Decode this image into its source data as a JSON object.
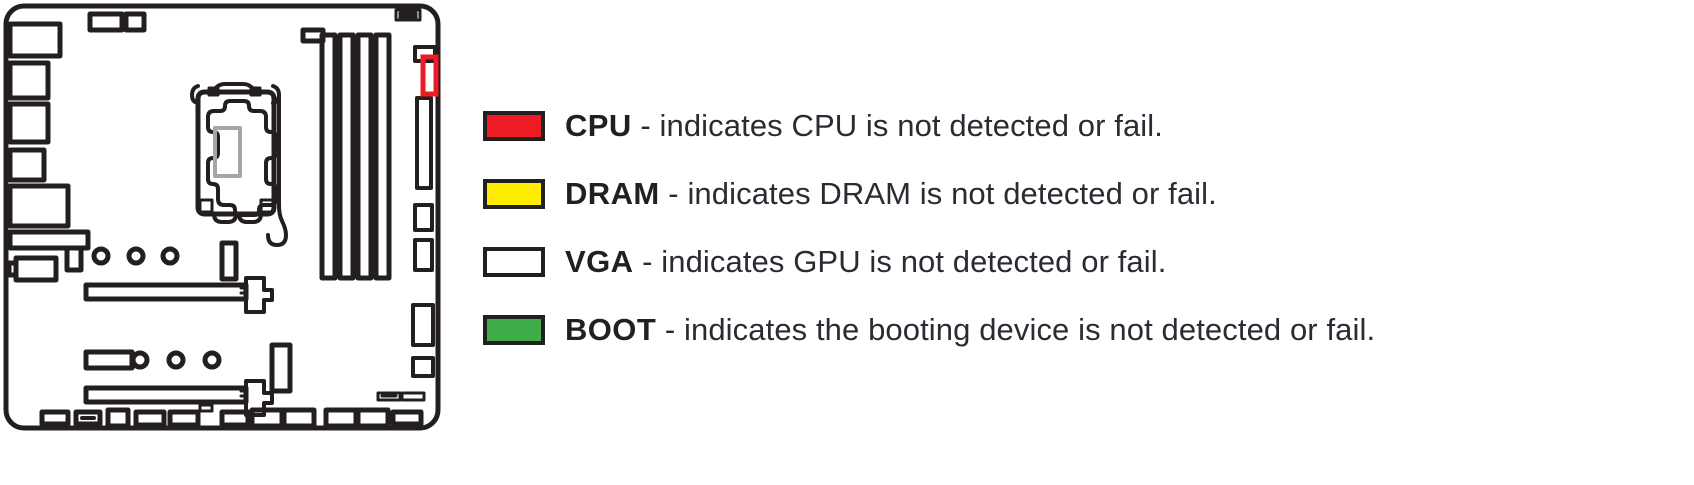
{
  "diagram": {
    "name": "motherboard-layout",
    "highlight": {
      "name": "ez-debug-led-highlight",
      "color": "#ED1C24",
      "note": "EZ Debug LED location highlighted in red on the right edge of the board"
    },
    "outline_color": "#231f20",
    "socket_color": "#a6a6a6"
  },
  "legend": {
    "items": [
      {
        "id": "cpu",
        "swatch_color": "#ED1C24",
        "label": "CPU",
        "description": " - indicates CPU is not detected or fail."
      },
      {
        "id": "dram",
        "swatch_color": "#FFEE00",
        "label": "DRAM",
        "description": " - indicates DRAM is not detected or fail."
      },
      {
        "id": "vga",
        "swatch_color": "#FFFFFF",
        "label": "VGA",
        "description": " - indicates GPU is not detected or fail."
      },
      {
        "id": "boot",
        "swatch_color": "#3FAE49",
        "label": "BOOT",
        "description": " - indicates the booting device is not detected or fail."
      }
    ]
  }
}
